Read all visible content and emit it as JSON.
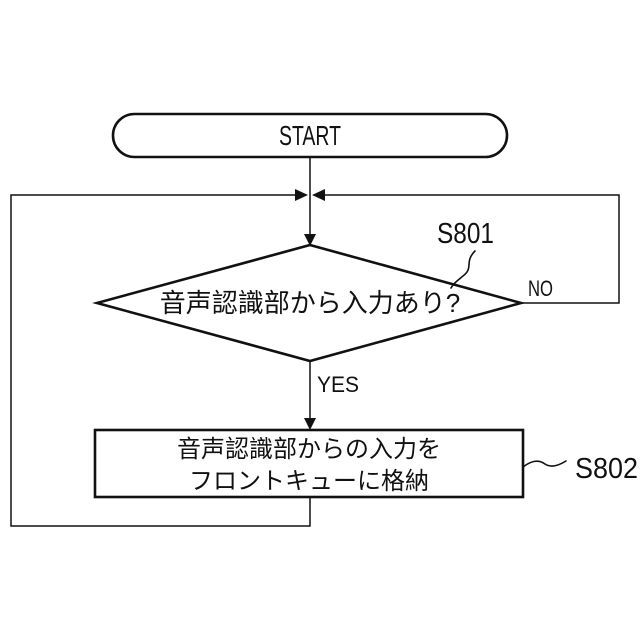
{
  "figure": {
    "type": "flowchart",
    "background_color": "#ffffff",
    "line_color": "#111111",
    "text_color": "#111111"
  },
  "nodes": {
    "start": {
      "type": "terminator",
      "label": "START"
    },
    "decision": {
      "type": "decision",
      "label": "音声認識部から入力あり?",
      "step_label": "S801"
    },
    "process": {
      "type": "process",
      "line1": "音声認識部からの入力を",
      "line2": "フロントキューに格納",
      "step_label": "S802"
    }
  },
  "edges": {
    "yes_label": "YES",
    "no_label": "NO"
  }
}
